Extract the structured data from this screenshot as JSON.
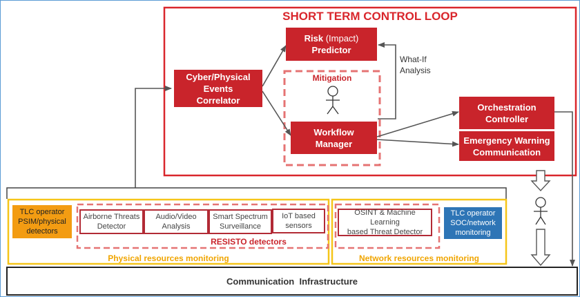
{
  "title": "SHORT TERM CONTROL LOOP",
  "nodes": {
    "correlator": "Cyber/Physical\nEvents\nCorrelator",
    "risk_main": "Risk",
    "risk_paren": "(Impact)",
    "risk_line2": "Predictor",
    "mitigation": "Mitigation",
    "workflow": "Workflow\nManager",
    "orchestration": "Orchestration\nController",
    "emergency": "Emergency Warning\nCommunication",
    "what_if": "What-If\nAnalysis"
  },
  "physical": {
    "operator": "TLC operator\nPSIM/physical\ndetectors",
    "detectors": [
      "Airborne Threats\nDetector",
      "Audio/Video\nAnalysis",
      "Smart Spectrum\nSurveillance",
      "IoT based\nsensors"
    ],
    "resisto_label": "RESISTO detectors",
    "label": "Physical resources monitoring"
  },
  "network": {
    "osint": "OSINT & Machine Learning\nbased  Threat Detector",
    "operator": "TLC operator\nSOC/network\nmonitoring",
    "label": "Network  resources monitoring"
  },
  "infrastructure": "Communication  Infrastructure",
  "colors": {
    "red": "#c9242b",
    "title_red": "#d9262c",
    "yellow": "#f5c518",
    "orange": "#f39c12",
    "blue": "#2e75b6",
    "dashed_pink": "#e57373",
    "arrow_gray": "#555555"
  }
}
